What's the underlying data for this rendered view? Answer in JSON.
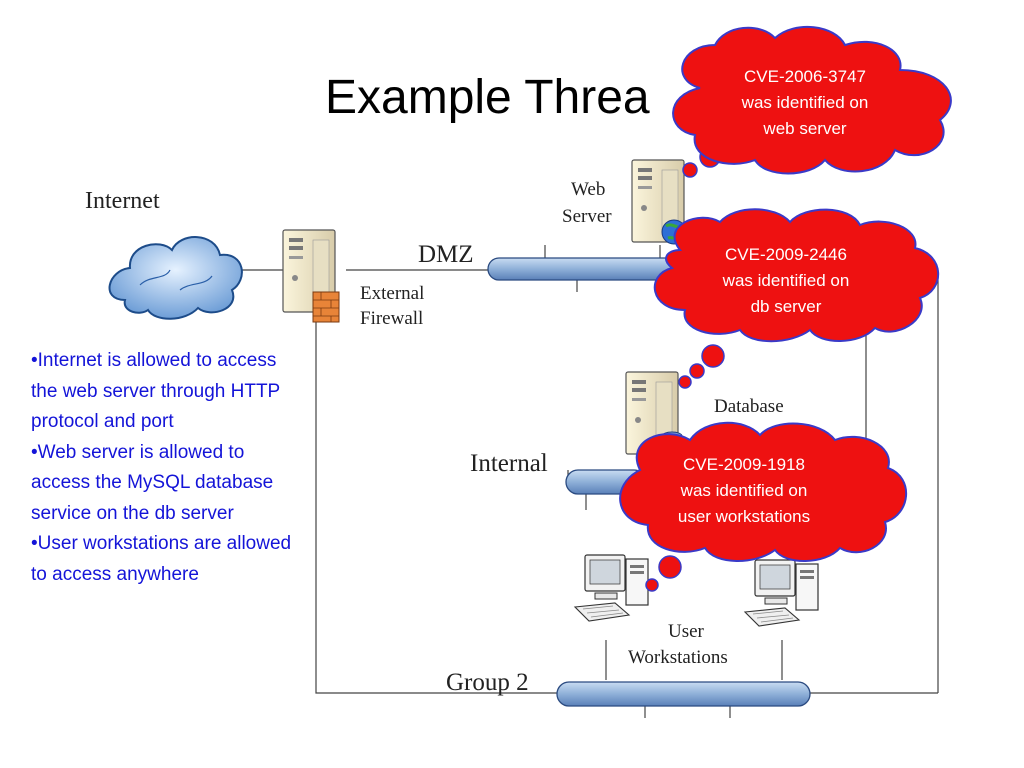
{
  "title": "Example Threa",
  "diagram": {
    "labels": {
      "internet": "Internet",
      "dmz": "DMZ",
      "external_firewall_line1": "External",
      "external_firewall_line2": "Firewall",
      "web_server_line1": "Web",
      "web_server_line2": "Server",
      "database": "Database",
      "internal": "Internal",
      "user_workstations_line1": "User",
      "user_workstations_line2": "Workstations",
      "group2": "Group 2"
    },
    "bubbles": [
      {
        "line1": "CVE-2006-3747",
        "line2": "was identified on",
        "line3": "web server"
      },
      {
        "line1": "CVE-2009-2446",
        "line2": "was identified on",
        "line3": "db server"
      },
      {
        "line1": "CVE-2009-1918",
        "line2": "was identified on",
        "line3": "user workstations"
      }
    ],
    "colors": {
      "bubble_fill": "#ee1111",
      "bubble_stroke": "#3a3ac8",
      "bus_fill": "#8fb0d8",
      "bus_stroke": "#2a4a80",
      "line": "#444444"
    }
  },
  "bullets": [
    "•Internet is allowed to access the web server through HTTP protocol and port",
    "•Web server is allowed to access the MySQL database service on the db server",
    "•User workstations are allowed to access anywhere"
  ]
}
